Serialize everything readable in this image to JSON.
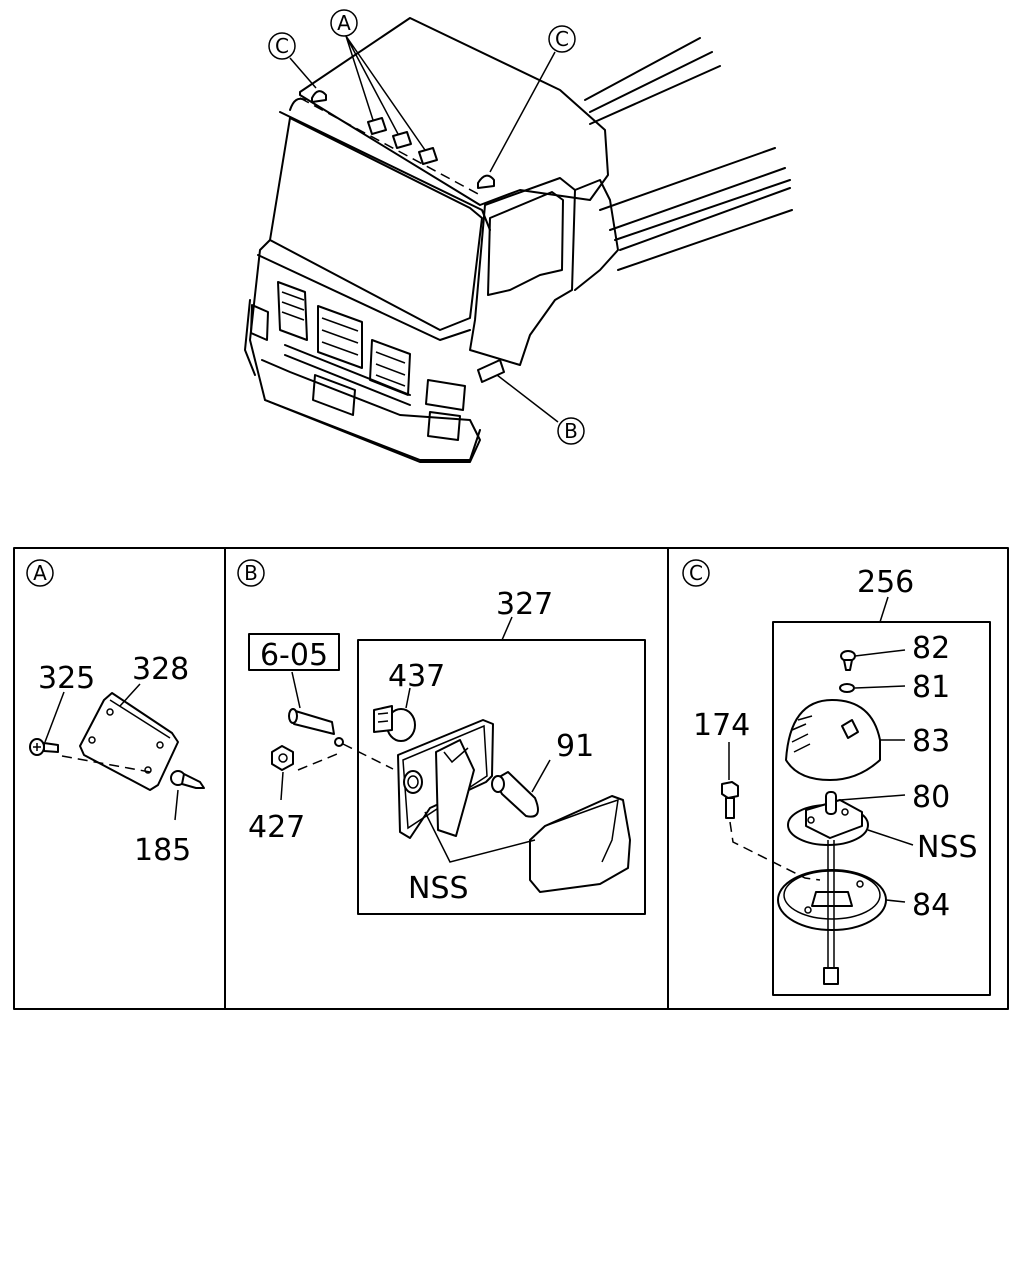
{
  "callouts": {
    "a": "A",
    "b": "B",
    "c": "C"
  },
  "panel_a": {
    "callout": "A",
    "parts": [
      "325",
      "328",
      "185"
    ]
  },
  "panel_b": {
    "callout": "B",
    "ref_box": "6-05",
    "parts": [
      "327",
      "437",
      "91",
      "427",
      "NSS"
    ]
  },
  "panel_c": {
    "callout": "C",
    "parts": [
      "256",
      "82",
      "81",
      "83",
      "80",
      "NSS",
      "84",
      "174"
    ]
  }
}
